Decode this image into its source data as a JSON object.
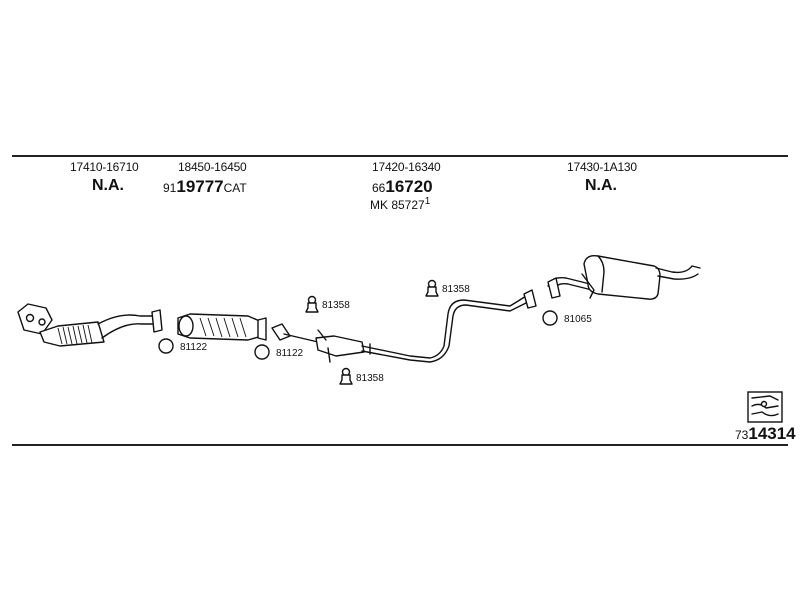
{
  "groups": [
    {
      "part_no": "17410-16710",
      "status": "N.A."
    },
    {
      "part_no": "18450-16450",
      "ref_prefix": "91",
      "ref_main": "19777",
      "ref_suffix": "CAT"
    },
    {
      "part_no": "17420-16340",
      "ref_prefix": "66",
      "ref_main": "16720",
      "alt_ref": "MK  85727",
      "alt_sup": "1"
    },
    {
      "part_no": "17430-1A130",
      "status": "N.A."
    }
  ],
  "callouts": {
    "gasket_a": "81122",
    "gasket_b": "81122",
    "bolt_a": "81358",
    "bolt_b": "81358",
    "bolt_c": "81358",
    "gasket_c": "81065"
  },
  "diagram_ref": {
    "prefix": "73",
    "main": "14314"
  },
  "icons": {
    "diagram_ref_icon": "exhaust-layout-icon"
  }
}
